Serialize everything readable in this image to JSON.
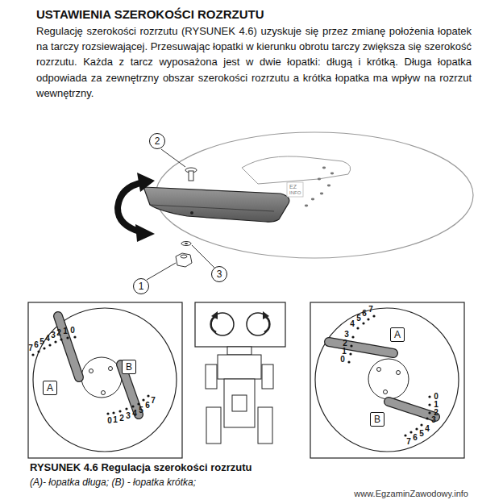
{
  "diagram": {
    "title": "USTAWIENIA SZEROKOŚCI ROZRZUTU",
    "caption": "RYSUNEK 4.6 Regulacja szerokości rozrzutu",
    "nodes": [
      {
        "text": [
          "2"
        ]
      },
      {
        "text": [
          "1"
        ]
      },
      {
        "text": [
          "3"
        ]
      },
      {
        "text": [
          "A"
        ]
      },
      {
        "text": [
          "B"
        ]
      },
      {
        "text": [
          "A"
        ]
      },
      {
        "text": [
          "B"
        ]
      }
    ],
    "labels": [
      "Regulację szerokości rozrzutu (RYSUNEK 4.6) uzyskuje się przez zmianę położenia łopatek na tarczy rozsiewającej. Przesuwając łopatki w kierunku obrotu tarczy zwiększa się szerokość rozrzutu. Każda z tarcz wyposażona jest w dwie łopatki: długą i krótką. Długa łopatka odpowiada za zewnętrzny obszar szerokości rozrzutu a krótka łopatka ma wpływ na rozrzut wewnętrzny.",
      "7",
      "6",
      "5",
      "4",
      "3",
      "2",
      "1",
      "0",
      "0",
      "1",
      "2",
      "3",
      "4",
      "5",
      "6",
      "7",
      "0",
      "1",
      "2",
      "3",
      "4",
      "5",
      "6",
      "7",
      "0",
      "1",
      "2",
      "3",
      "4",
      "5",
      "6",
      "7",
      "EZ",
      "INFO",
      "(A)- łopatka długa; (B) - łopatka krótka;",
      "www.EgzaminZawodowy.info"
    ]
  }
}
